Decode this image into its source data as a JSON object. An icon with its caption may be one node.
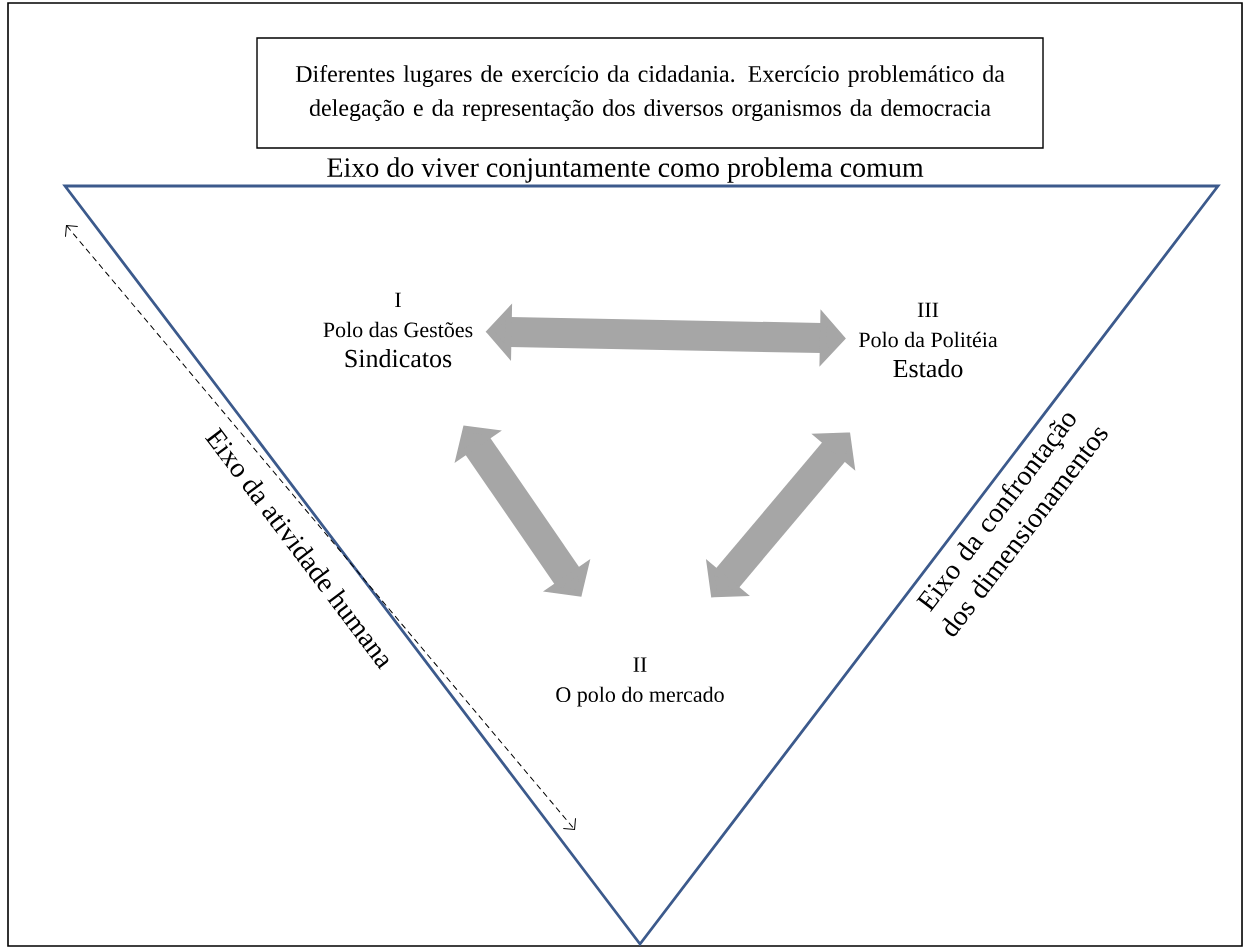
{
  "diagram": {
    "nodes": [
      {
        "text": [
          "Diferentes lugares de exercício da cidadania. Exercício problemático da delegação e da representação dos diversos organismos da democracia"
        ]
      },
      {
        "text": [
          "I",
          "Polo das Gestões",
          "Sindicatos"
        ]
      },
      {
        "text": [
          "III",
          "Polo da Politéia",
          "Estado"
        ]
      },
      {
        "text": [
          "II",
          "O polo do mercado"
        ]
      }
    ],
    "edges": [
      {
        "from": 1,
        "to": 2,
        "arrow": "both"
      },
      {
        "from": 1,
        "to": 3,
        "arrow": "both"
      },
      {
        "from": 2,
        "to": 3,
        "arrow": "both"
      }
    ],
    "labels": [
      "Eixo do viver conjuntamente como problema comum",
      "Eixo da atividade humana",
      "Eixo da confrontação dos dimensionamentos"
    ]
  }
}
